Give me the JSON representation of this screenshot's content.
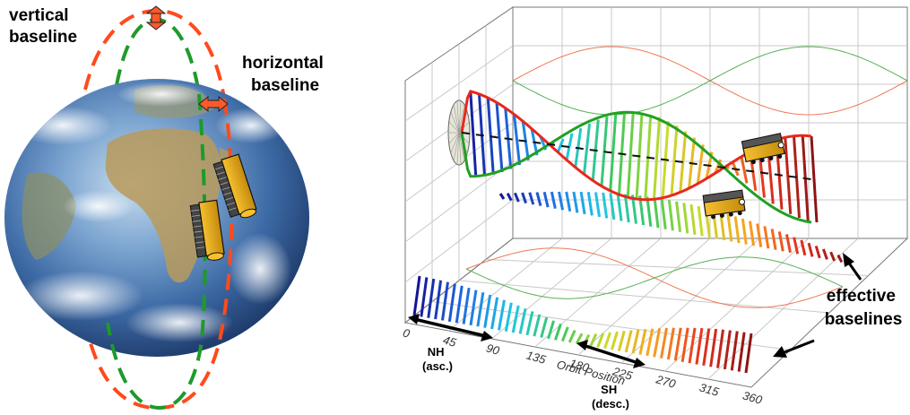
{
  "left_panel": {
    "vertical_baseline": [
      "vertical",
      "baseline"
    ],
    "horizontal_baseline": [
      "horizontal",
      "baseline"
    ]
  },
  "right_panel": {
    "axis_title": "Orbit Position",
    "ticks": [
      "0",
      "45",
      "90",
      "135",
      "180",
      "225",
      "270",
      "315",
      "360"
    ],
    "nh": [
      "NH",
      "(asc.)"
    ],
    "sh": [
      "SH",
      "(desc.)"
    ],
    "effective_baselines": [
      "effective",
      "baselines"
    ]
  },
  "colors": {
    "orbit_red": "#ff4a1c",
    "orbit_green": "#1e9a2a",
    "arrow_fill": "#ff5a2a",
    "helix_red": "#e8281c",
    "helix_green": "#22a022"
  }
}
